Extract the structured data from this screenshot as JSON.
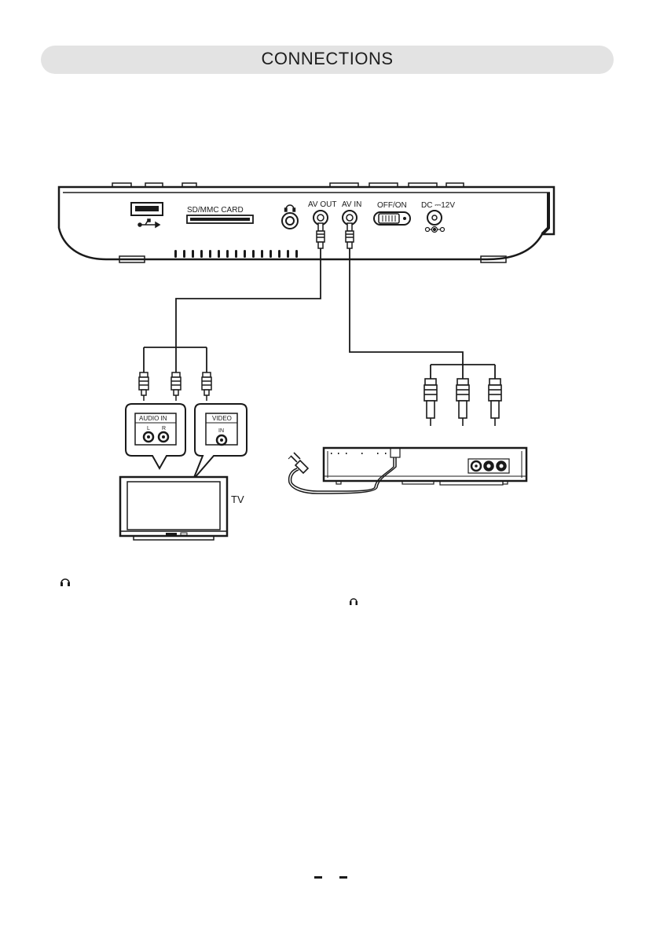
{
  "header": {
    "title": "CONNECTIONS"
  },
  "player_panel": {
    "sd_card_label": "SD/MMC CARD",
    "av_out_label": "AV OUT",
    "av_in_label": "AV IN",
    "power_switch_label": "OFF/ON",
    "dc_label": "DC ⎓12V"
  },
  "tv_inputs": {
    "audio_in_label": "AUDIO IN",
    "audio_left_label": "L",
    "audio_right_label": "R",
    "video_label": "VIDEO",
    "video_in_label": "IN"
  },
  "tv": {
    "label": "TV"
  },
  "icons": {
    "usb": "usb-icon",
    "headphone": "headphone-icon",
    "dc_polarity": "dc-polarity-icon",
    "plug": "power-plug-icon"
  }
}
